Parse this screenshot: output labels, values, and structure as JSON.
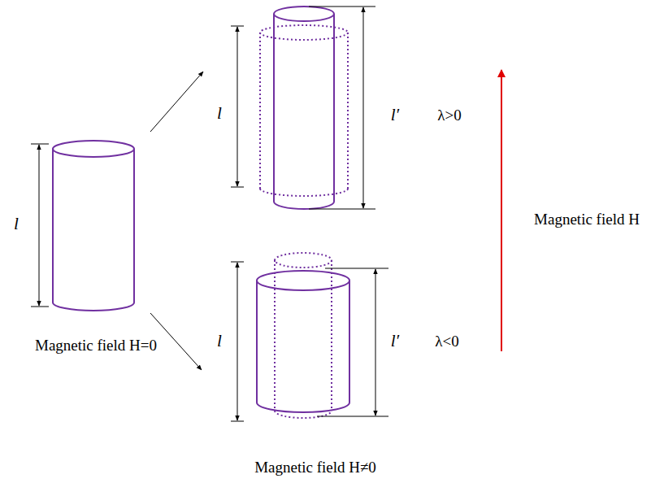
{
  "diagram": {
    "labels": [
      "l",
      "Magnetic field H=0",
      "l",
      "l′",
      "λ>0",
      "Magnetic field H",
      "l",
      "l′",
      "λ<0",
      "Magnetic field H≠0"
    ]
  }
}
